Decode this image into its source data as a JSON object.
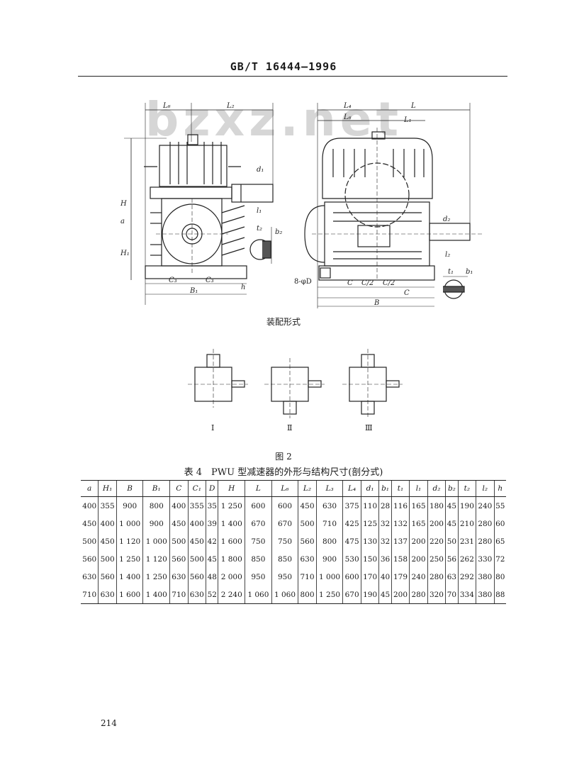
{
  "header": {
    "standard": "GB/T 16444—1996"
  },
  "watermark": "bzxz.net",
  "labels": {
    "left_view": {
      "top_left": "L₆",
      "top_right": "L₂",
      "H": "H",
      "a": "a",
      "H1": "H₁",
      "d1": "d₁",
      "l1": "l₁",
      "t2": "t₂",
      "b2": "b₂",
      "C3_left": "C₃",
      "C3_right": "C₃",
      "B1": "B₁",
      "h": "h"
    },
    "right_view": {
      "L4": "L₄",
      "L": "L",
      "L6": "L₆",
      "L1": "L₁",
      "d2": "d₂",
      "l2": "l₂",
      "t1": "t₁",
      "b1": "b₁",
      "bolt": "8-φD",
      "C_left": "C",
      "C2_left": "C/2",
      "C2_right": "C/2",
      "C_right": "C",
      "B": "B"
    }
  },
  "assembly_caption": "装配形式",
  "assembly_forms": [
    "Ⅰ",
    "Ⅱ",
    "Ⅲ"
  ],
  "figure_caption": "图 2",
  "table": {
    "title": "表 4　PWU 型减速器的外形与结构尺寸(剖分式)",
    "headers": [
      "a",
      "H₁",
      "B",
      "B₁",
      "C",
      "C₁",
      "D",
      "H",
      "L",
      "L₆",
      "L₂",
      "L₃",
      "L₄",
      "d₁",
      "b₁",
      "t₁",
      "l₁",
      "d₂",
      "b₂",
      "t₂",
      "l₂",
      "h"
    ],
    "rows": [
      [
        "400",
        "355",
        "900",
        "800",
        "400",
        "355",
        "35",
        "1 250",
        "600",
        "600",
        "450",
        "630",
        "375",
        "110",
        "28",
        "116",
        "165",
        "180",
        "45",
        "190",
        "240",
        "55"
      ],
      [
        "450",
        "400",
        "1 000",
        "900",
        "450",
        "400",
        "39",
        "1 400",
        "670",
        "670",
        "500",
        "710",
        "425",
        "125",
        "32",
        "132",
        "165",
        "200",
        "45",
        "210",
        "280",
        "60"
      ],
      [
        "500",
        "450",
        "1 120",
        "1 000",
        "500",
        "450",
        "42",
        "1 600",
        "750",
        "750",
        "560",
        "800",
        "475",
        "130",
        "32",
        "137",
        "200",
        "220",
        "50",
        "231",
        "280",
        "65"
      ],
      [
        "560",
        "500",
        "1 250",
        "1 120",
        "560",
        "500",
        "45",
        "1 800",
        "850",
        "850",
        "630",
        "900",
        "530",
        "150",
        "36",
        "158",
        "200",
        "250",
        "56",
        "262",
        "330",
        "72"
      ],
      [
        "630",
        "560",
        "1 400",
        "1 250",
        "630",
        "560",
        "48",
        "2 000",
        "950",
        "950",
        "710",
        "1 000",
        "600",
        "170",
        "40",
        "179",
        "240",
        "280",
        "63",
        "292",
        "380",
        "80"
      ],
      [
        "710",
        "630",
        "1 600",
        "1 400",
        "710",
        "630",
        "52",
        "2 240",
        "1 060",
        "1 060",
        "800",
        "1 250",
        "670",
        "190",
        "45",
        "200",
        "280",
        "320",
        "70",
        "334",
        "380",
        "88"
      ]
    ]
  },
  "page_number": "214"
}
